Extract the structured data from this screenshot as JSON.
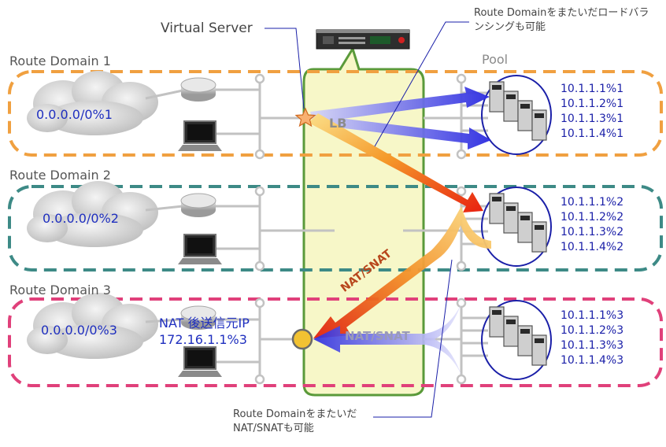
{
  "labels": {
    "virtual_server": "Virtual Server",
    "pool": "Pool",
    "lb": "LB",
    "nat_snat_diag": "NAT/SNAT",
    "nat_snat_flat": "NAT/SNAT",
    "note_top_line1": "Route Domainをまたいだロードバラ",
    "note_top_line2": "ンシングも可能",
    "note_bottom_line1": "Route Domainをまたいだ",
    "note_bottom_line2": "NAT/SNATも可能",
    "nat_source_line1": "NAT 後送信元IP",
    "nat_source_line2": "172.16.1.1%3"
  },
  "domains": [
    {
      "title": "Route Domain 1",
      "cloud_label": "0.0.0.0/0%1",
      "border_color": "#f0a040",
      "members": [
        "10.1.1.1%1",
        "10.1.1.2%1",
        "10.1.1.3%1",
        "10.1.1.4%1"
      ]
    },
    {
      "title": "Route Domain 2",
      "cloud_label": "0.0.0.0/0%2",
      "border_color": "#3d8a86",
      "members": [
        "10.1.1.1%2",
        "10.1.1.2%2",
        "10.1.1.3%2",
        "10.1.1.4%2"
      ]
    },
    {
      "title": "Route Domain 3",
      "cloud_label": "0.0.0.0/0%3",
      "border_color": "#e0407a",
      "members": [
        "10.1.1.1%3",
        "10.1.1.2%3",
        "10.1.1.3%3",
        "10.1.1.4%3"
      ]
    }
  ],
  "colors": {
    "lb_callout_fill": "#f7f7c8",
    "lb_callout_stroke": "#5a9a3a",
    "arrow_blue": "#3030e0",
    "arrow_orange": "#f08020",
    "arrow_red": "#e02010",
    "ip_text": "#1a1fa8"
  },
  "icons": [
    "cloud-icon",
    "router-icon",
    "laptop-icon",
    "server-rack-icon",
    "star-icon",
    "snat-point-icon",
    "server-pool-icon"
  ]
}
